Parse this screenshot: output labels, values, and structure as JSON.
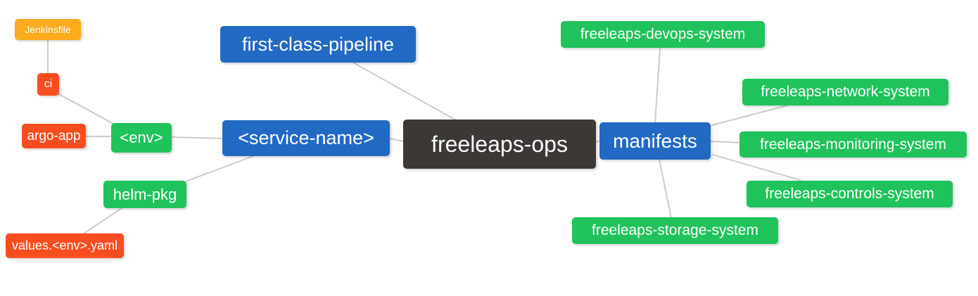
{
  "diagram": {
    "type": "mindmap",
    "root_label": "freeleaps-ops",
    "colors": {
      "root": "#3b3836",
      "branch_blue": "#2269c4",
      "leaf_green": "#20c25c",
      "leaf_orange": "#fbab1c",
      "leaf_red": "#fa4d1f",
      "edge_gray": "#cbcbcb"
    }
  },
  "nodes": {
    "root": {
      "label": "freeleaps-ops"
    },
    "pipeline": {
      "label": "first-class-pipeline"
    },
    "service": {
      "label": "<service-name>"
    },
    "env": {
      "label": "<env>"
    },
    "ci": {
      "label": "ci"
    },
    "jenkinsfile": {
      "label": "Jenkinsfile"
    },
    "argo_app": {
      "label": "argo-app"
    },
    "helm_pkg": {
      "label": "helm-pkg"
    },
    "values_yaml": {
      "label": "values.<env>.yaml"
    },
    "manifests": {
      "label": "manifests"
    },
    "devops": {
      "label": "freeleaps-devops-system"
    },
    "network": {
      "label": "freeleaps-network-system"
    },
    "monitoring": {
      "label": "freeleaps-monitoring-system"
    },
    "controls": {
      "label": "freeleaps-controls-system"
    },
    "storage": {
      "label": "freeleaps-storage-system"
    }
  },
  "edges": [
    {
      "from": "jenkinsfile",
      "to": "ci"
    },
    {
      "from": "ci",
      "to": "env"
    },
    {
      "from": "argo_app",
      "to": "env"
    },
    {
      "from": "env",
      "to": "service"
    },
    {
      "from": "service",
      "to": "helm_pkg"
    },
    {
      "from": "helm_pkg",
      "to": "values_yaml"
    },
    {
      "from": "pipeline",
      "to": "root"
    },
    {
      "from": "service",
      "to": "root"
    },
    {
      "from": "root",
      "to": "manifests"
    },
    {
      "from": "manifests",
      "to": "devops"
    },
    {
      "from": "manifests",
      "to": "network"
    },
    {
      "from": "manifests",
      "to": "monitoring"
    },
    {
      "from": "manifests",
      "to": "controls"
    },
    {
      "from": "manifests",
      "to": "storage"
    }
  ]
}
